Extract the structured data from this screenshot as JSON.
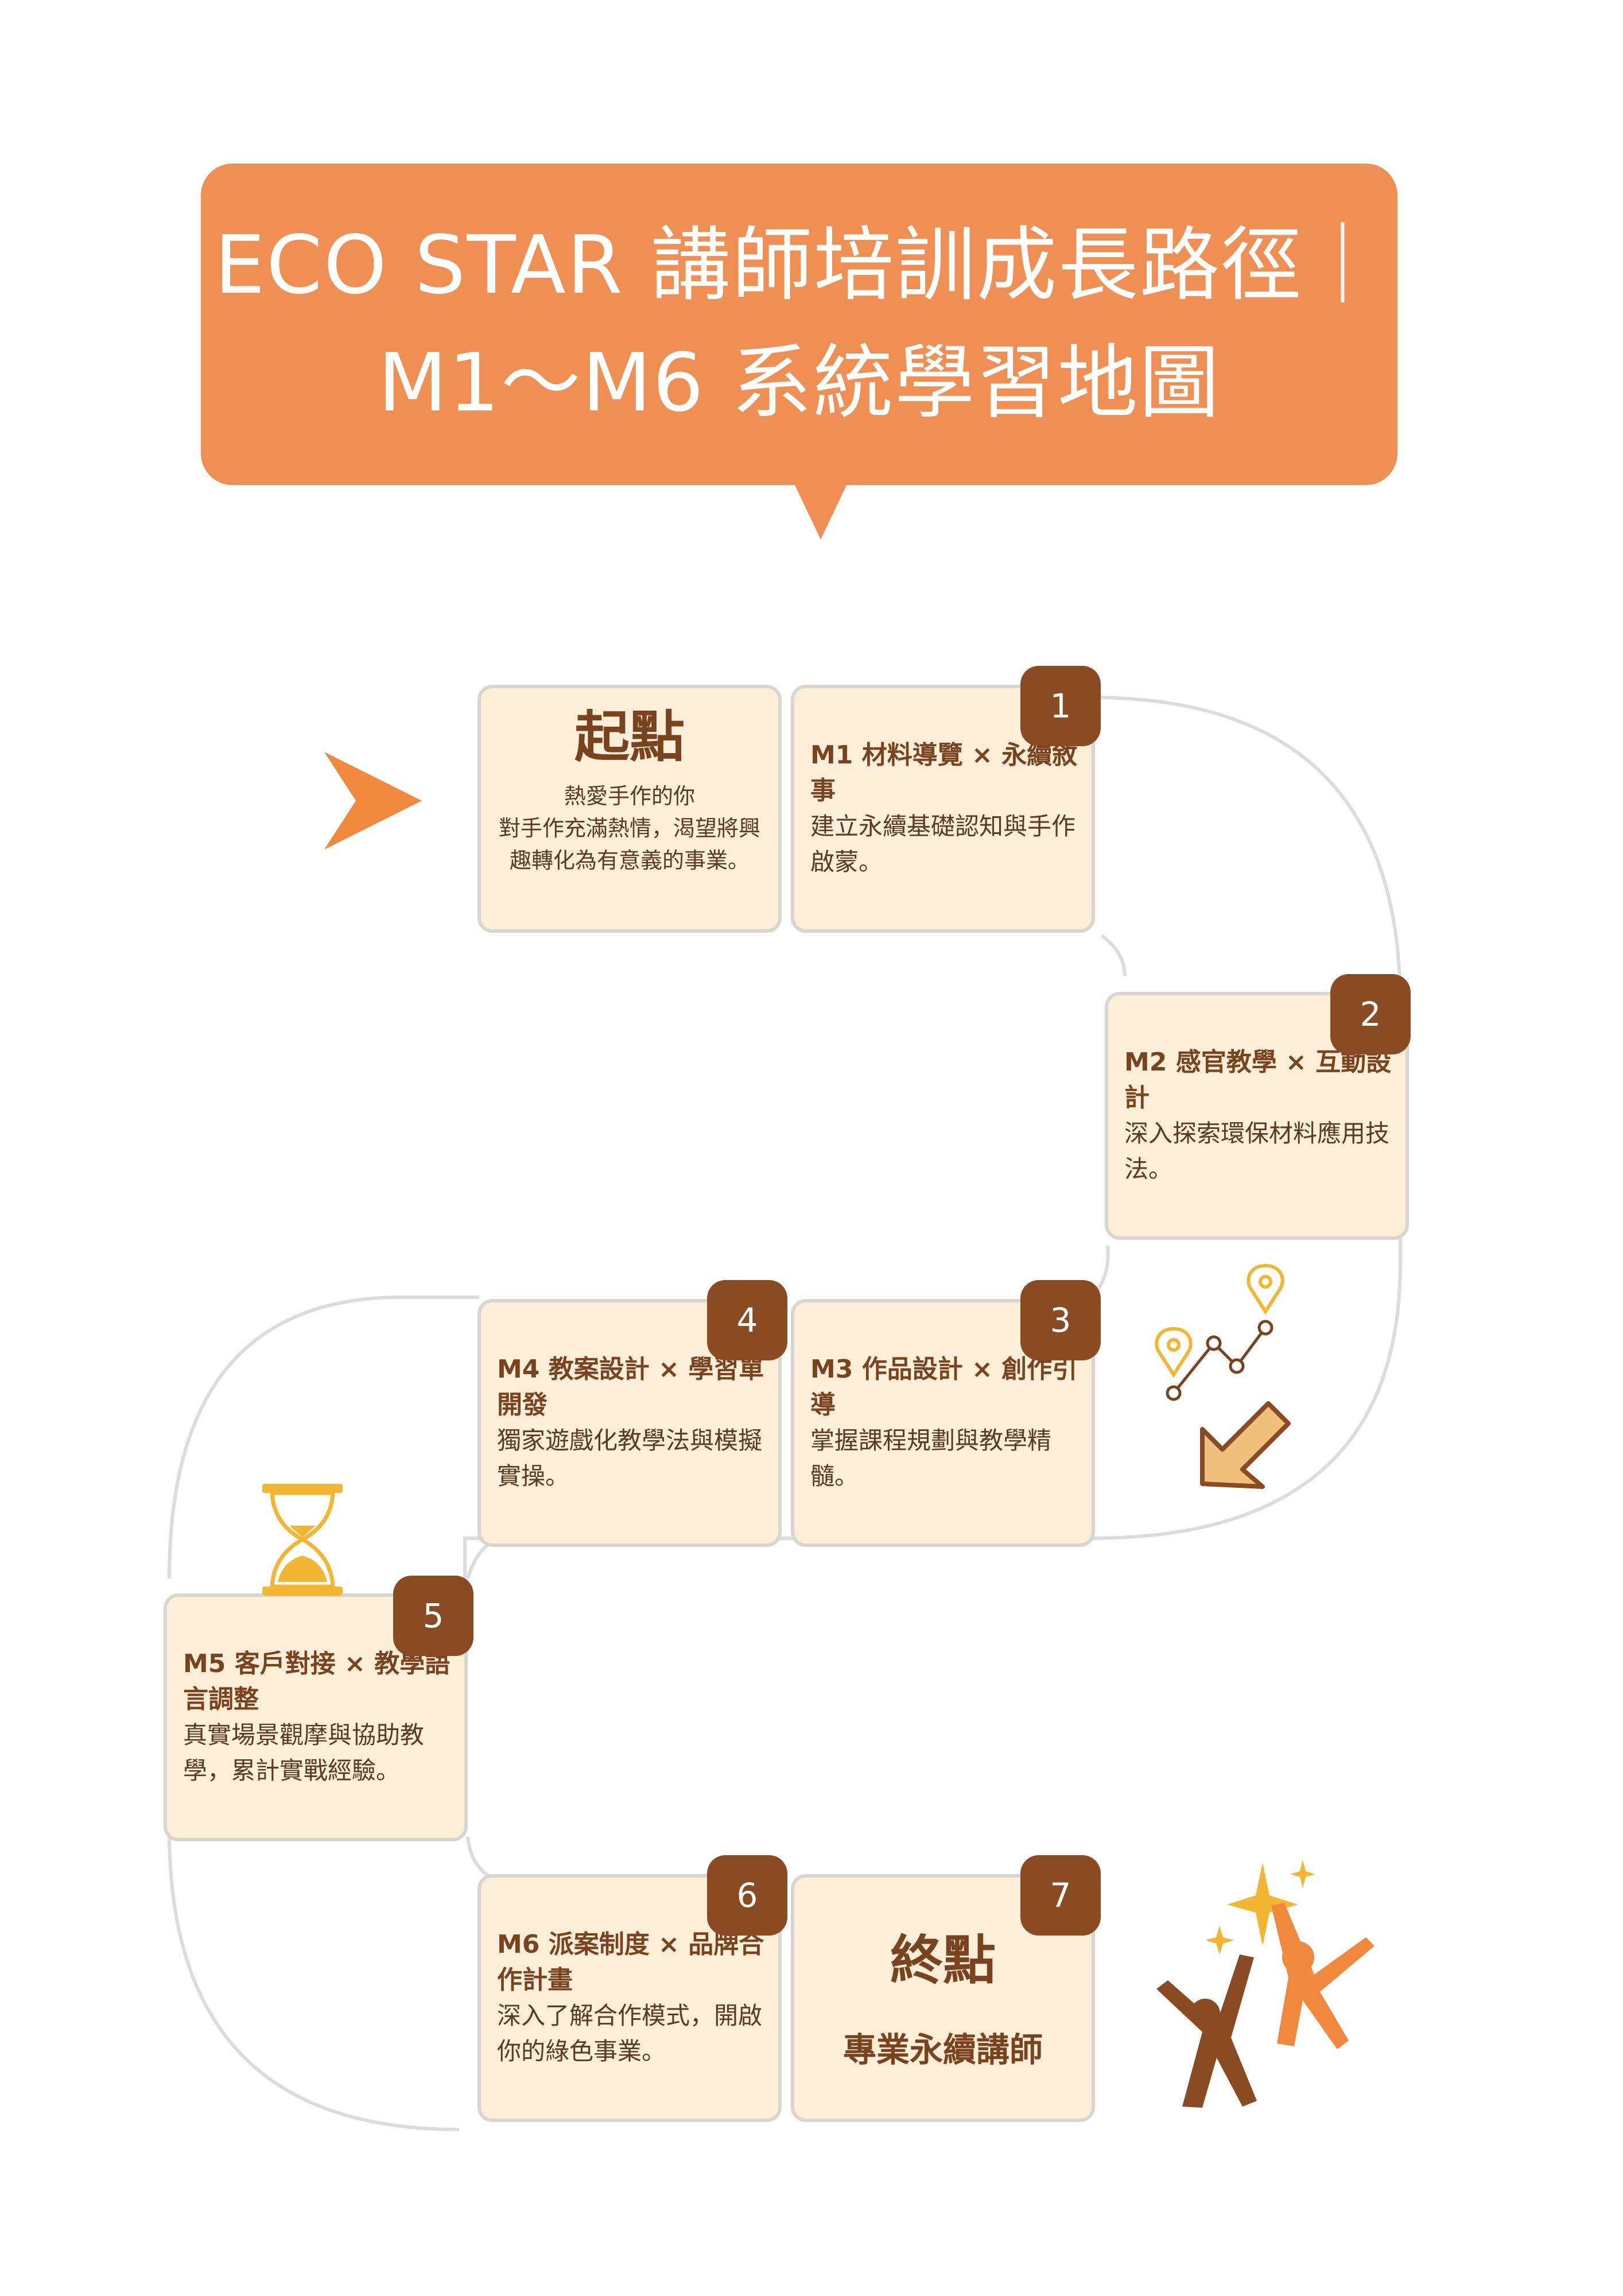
{
  "title": {
    "line1": "ECO STAR 講師培訓成長路徑｜",
    "line2": "M1～M6 系統學習地圖"
  },
  "colors": {
    "title_bg": "#EF8F53",
    "card_bg": "#FDEFD7",
    "card_border": "#D9D5D0",
    "badge_bg": "#8A4A22",
    "text_brown": "#7A4320",
    "accent_orange": "#F0883E",
    "accent_gold": "#F2B632"
  },
  "start": {
    "title": "起點",
    "desc": "熱愛手作的你\n對手作充滿熱情，渴望將興趣轉化為有意義的事業。"
  },
  "modules": [
    {
      "badge": "1",
      "heading": "M1 材料導覽 × 永續敘事",
      "desc": "建立永續基礎認知與手作啟蒙。"
    },
    {
      "badge": "2",
      "heading": "M2 感官教學 × 互動設計",
      "desc": "深入探索環保材料應用技法。"
    },
    {
      "badge": "3",
      "heading": "M3 作品設計 × 創作引導",
      "desc": "掌握課程規劃與教學精髓。"
    },
    {
      "badge": "4",
      "heading": "M4 教案設計 × 學習單開發",
      "desc": "獨家遊戲化教學法與模擬實操。"
    },
    {
      "badge": "5",
      "heading": "M5 客戶對接 × 教學語言調整",
      "desc": "真實場景觀摩與協助教學，累計實戰經驗。"
    },
    {
      "badge": "6",
      "heading": "M6 派案制度 × 品牌合作計畫",
      "desc": "深入了解合作模式，開啟你的綠色事業。"
    }
  ],
  "end": {
    "badge": "7",
    "title": "終點",
    "desc": "專業永續講師"
  },
  "icons": {
    "start_arrow": "play-arrow-icon",
    "route": "map-route-icon",
    "down_arrow": "arrow-down-left-icon",
    "hourglass": "hourglass-icon",
    "celebration": "celebrating-people-icon"
  }
}
